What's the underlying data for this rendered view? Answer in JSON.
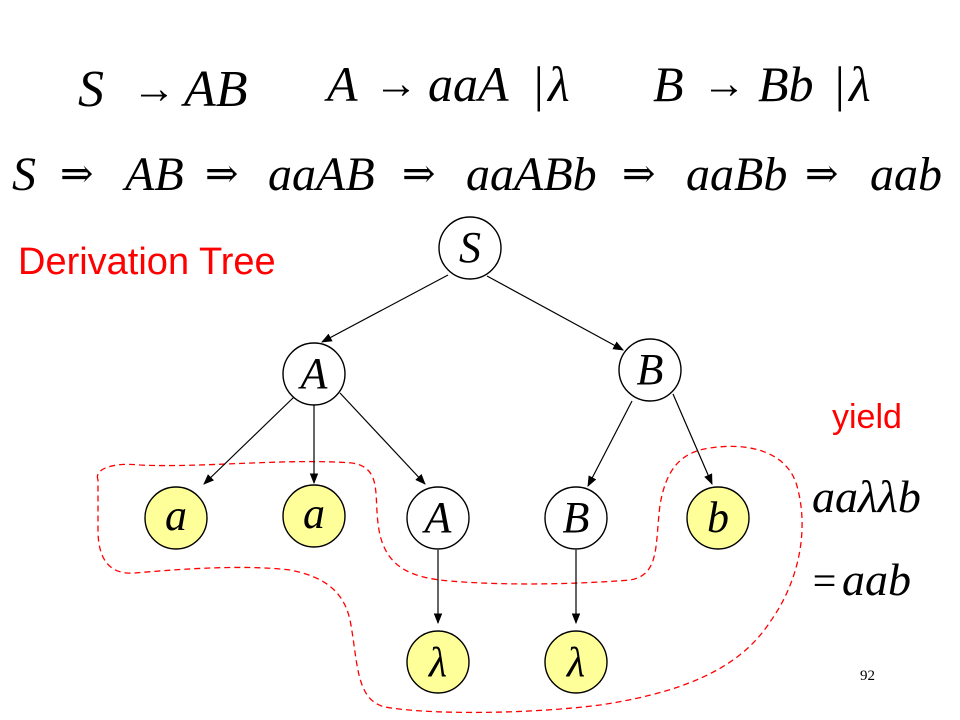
{
  "grammar": {
    "rule_s": {
      "lhs": "S",
      "rhs": "AB"
    },
    "rule_a": {
      "lhs": "A",
      "alt1": "aaA",
      "alt2": "λ"
    },
    "rule_b": {
      "lhs": "B",
      "alt1": "Bb",
      "alt2": "λ"
    }
  },
  "derivation": [
    "S",
    "AB",
    "aaAB",
    "aaABb",
    "aaBb",
    "aab"
  ],
  "symbols": {
    "produces": "→",
    "derives": "⇒",
    "bar": "|",
    "equals": "="
  },
  "title": "Derivation Tree",
  "yield_label": "yield",
  "yield_expr": {
    "line1": "aaλλb",
    "line2": "aab"
  },
  "tree": {
    "nodes": [
      {
        "id": "S",
        "label": "S",
        "highlight": false
      },
      {
        "id": "A1",
        "label": "A",
        "highlight": false
      },
      {
        "id": "B1",
        "label": "B",
        "highlight": false
      },
      {
        "id": "a1",
        "label": "a",
        "highlight": true
      },
      {
        "id": "a2",
        "label": "a",
        "highlight": true
      },
      {
        "id": "A2",
        "label": "A",
        "highlight": false
      },
      {
        "id": "B2",
        "label": "B",
        "highlight": false
      },
      {
        "id": "b1",
        "label": "b",
        "highlight": true
      },
      {
        "id": "l1",
        "label": "λ",
        "highlight": true
      },
      {
        "id": "l2",
        "label": "λ",
        "highlight": true
      }
    ],
    "edges": [
      [
        "S",
        "A1"
      ],
      [
        "S",
        "B1"
      ],
      [
        "A1",
        "a1"
      ],
      [
        "A1",
        "a2"
      ],
      [
        "A1",
        "A2"
      ],
      [
        "B1",
        "B2"
      ],
      [
        "B1",
        "b1"
      ],
      [
        "A2",
        "l1"
      ],
      [
        "B2",
        "l2"
      ]
    ]
  },
  "colors": {
    "title": "#ff0000",
    "yield_outline": "#ff0000",
    "leaf_fill": "#ffff99",
    "node_fill": "#ffffff"
  },
  "page_number": "92"
}
